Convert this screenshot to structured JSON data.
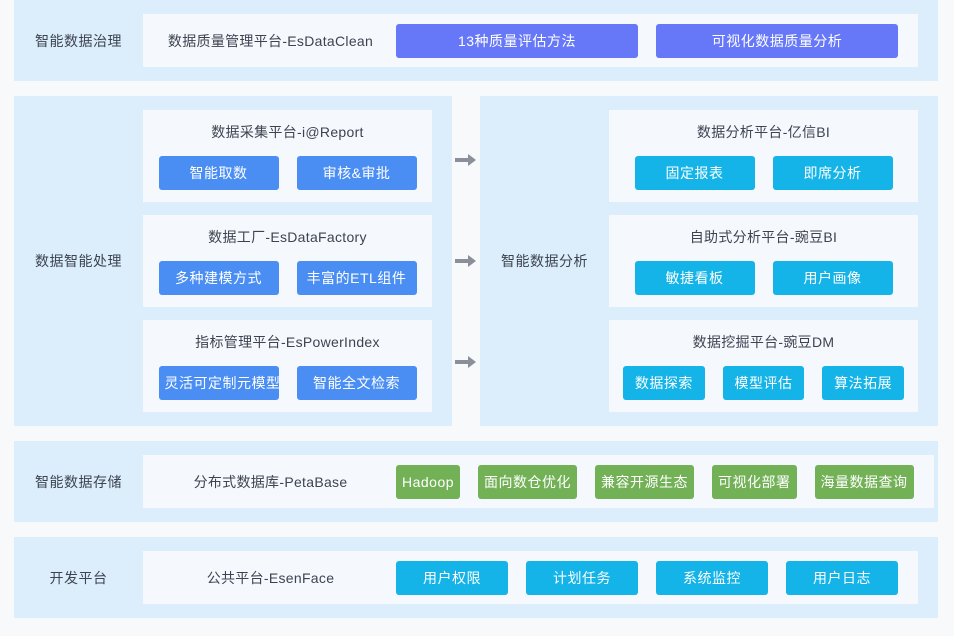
{
  "colors": {
    "page_bg": "#f7f9fb",
    "panel_bg": "#dceefb",
    "card_bg": "#f5f9fd",
    "purple": "#6678f7",
    "blue": "#4a8ef4",
    "cyan": "#14b4e8",
    "green": "#73b157",
    "arrow": "#8a8f99",
    "text": "#3d4350"
  },
  "rows": {
    "governance": {
      "label": "智能数据治理",
      "card_title": "数据质量管理平台-EsDataClean",
      "buttons": [
        "13种质量评估方法",
        "可视化数据质量分析"
      ]
    },
    "processing": {
      "label": "数据智能处理",
      "cards": [
        {
          "title": "数据采集平台-i@Report",
          "buttons": [
            "智能取数",
            "审核&审批"
          ]
        },
        {
          "title": "数据工厂-EsDataFactory",
          "buttons": [
            "多种建模方式",
            "丰富的ETL组件"
          ]
        },
        {
          "title": "指标管理平台-EsPowerIndex",
          "buttons": [
            "灵活可定制元模型",
            "智能全文检索"
          ]
        }
      ]
    },
    "analysis": {
      "label": "智能数据分析",
      "cards": [
        {
          "title": "数据分析平台-亿信BI",
          "buttons": [
            "固定报表",
            "即席分析"
          ]
        },
        {
          "title": "自助式分析平台-豌豆BI",
          "buttons": [
            "敏捷看板",
            "用户画像"
          ]
        },
        {
          "title": "数据挖掘平台-豌豆DM",
          "buttons": [
            "数据探索",
            "模型评估",
            "算法拓展"
          ]
        }
      ]
    },
    "storage": {
      "label": "智能数据存储",
      "card_title": "分布式数据库-PetaBase",
      "buttons": [
        "Hadoop",
        "面向数仓优化",
        "兼容开源生态",
        "可视化部署",
        "海量数据查询"
      ]
    },
    "development": {
      "label": "开发平台",
      "card_title": "公共平台-EsenFace",
      "buttons": [
        "用户权限",
        "计划任务",
        "系统监控",
        "用户日志"
      ]
    }
  },
  "arrows": {
    "icon": "arrow-right-icon",
    "count": 3
  }
}
